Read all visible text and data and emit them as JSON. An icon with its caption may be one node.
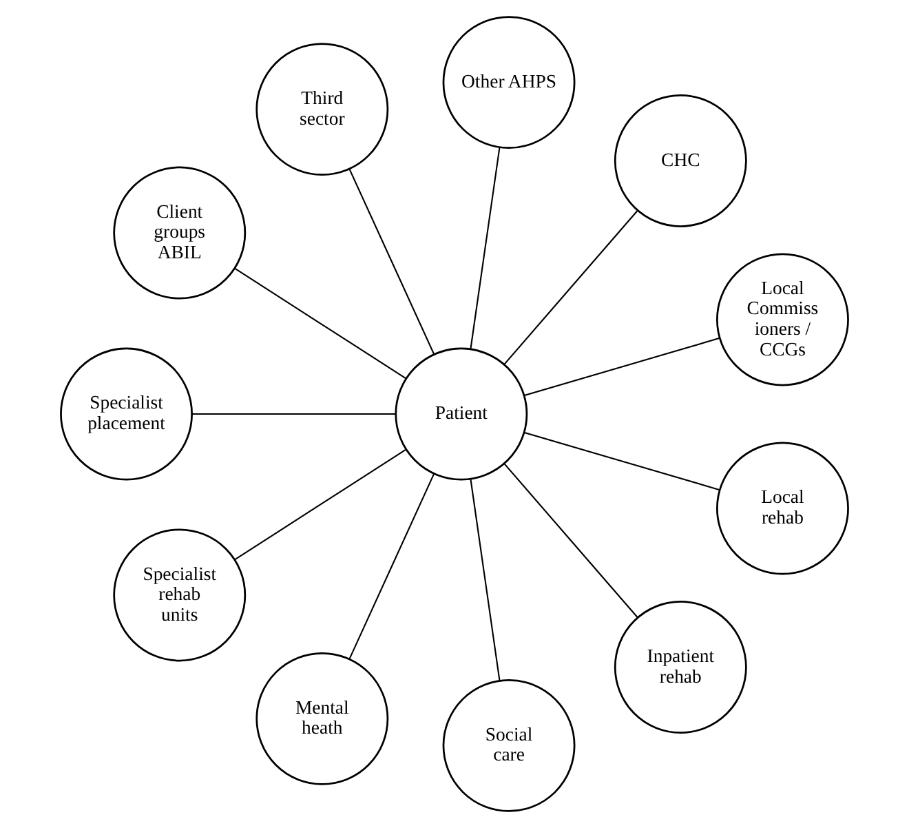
{
  "diagram": {
    "nodes": [
      {
        "text": [
          "Patient"
        ]
      },
      {
        "text": [
          "Local Commiss ioners / CCGs"
        ]
      },
      {
        "text": [
          "CHC"
        ]
      },
      {
        "text": [
          "Other AHPS"
        ]
      },
      {
        "text": [
          "Third sector"
        ]
      },
      {
        "text": [
          "Client groups ABIL"
        ]
      },
      {
        "text": [
          "Specialist placement"
        ]
      },
      {
        "text": [
          "Specialist rehab units"
        ]
      },
      {
        "text": [
          "Mental heath"
        ]
      },
      {
        "text": [
          "Social care"
        ]
      },
      {
        "text": [
          "Inpatient rehab"
        ]
      },
      {
        "text": [
          "Local rehab"
        ]
      }
    ],
    "edges": [
      {
        "from": 0,
        "to": 1,
        "arrow": "none"
      },
      {
        "from": 0,
        "to": 2,
        "arrow": "none"
      },
      {
        "from": 0,
        "to": 3,
        "arrow": "none"
      },
      {
        "from": 0,
        "to": 4,
        "arrow": "none"
      },
      {
        "from": 0,
        "to": 5,
        "arrow": "none"
      },
      {
        "from": 0,
        "to": 6,
        "arrow": "none"
      },
      {
        "from": 0,
        "to": 7,
        "arrow": "none"
      },
      {
        "from": 0,
        "to": 8,
        "arrow": "none"
      },
      {
        "from": 0,
        "to": 9,
        "arrow": "none"
      },
      {
        "from": 0,
        "to": 10,
        "arrow": "none"
      },
      {
        "from": 0,
        "to": 11,
        "arrow": "none"
      }
    ]
  }
}
